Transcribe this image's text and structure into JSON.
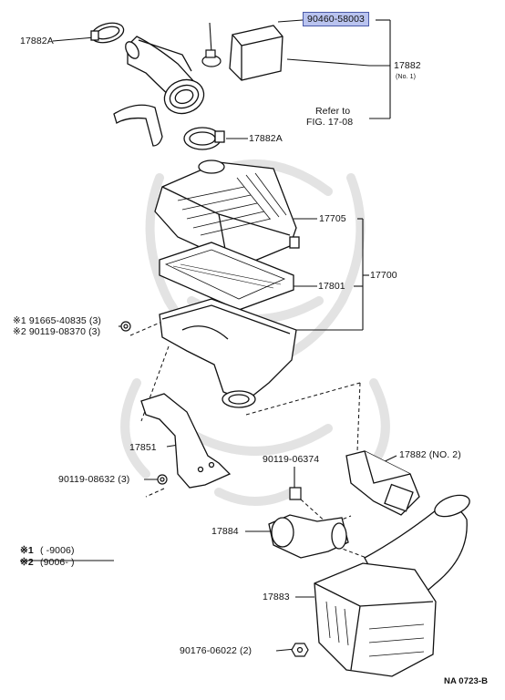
{
  "labels": {
    "part_90460": "90460-58003",
    "part_17882A_top": "17882A",
    "part_17882": "17882",
    "part_17882_sub": "(No. 1)",
    "refer_line1": "Refer to",
    "refer_line2": "FIG. 17-08",
    "part_17882A_mid": "17882A",
    "part_17705": "17705",
    "part_17700": "17700",
    "part_17801": "17801",
    "bolt_1": "※1 91665-40835 (3)",
    "bolt_2": "※2 90119-08370 (3)",
    "part_17851": "17851",
    "part_90119_08632": "90119-08632 (3)",
    "part_90119_06374": "90119-06374",
    "part_17882_no2": "17882 (NO. 2)",
    "part_17884": "17884",
    "part_17883": "17883",
    "part_90176": "90176-06022 (2)",
    "legend_1_mark": "※1",
    "legend_1_text": "(      -9006)",
    "legend_2_mark": "※2",
    "legend_2_text": "(9006-        )",
    "figure_code": "NA 0723-B"
  },
  "colors": {
    "line": "#111111",
    "highlight_fill": "#b9c3ef",
    "highlight_border": "#4a5aa8",
    "watermark": "#e6e6e6"
  }
}
